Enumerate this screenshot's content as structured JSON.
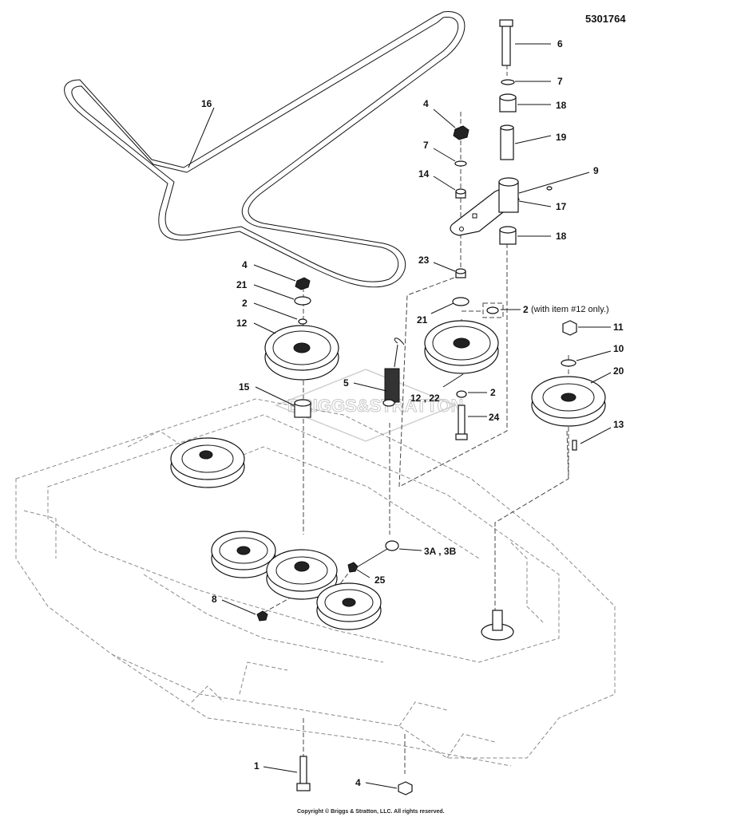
{
  "document_number": "5301764",
  "copyright": "Copyright © Briggs & Stratton, LLC. All rights reserved.",
  "watermark": "BRIGGS&STRATTON",
  "note_item2": "(with item #12 only.)",
  "callouts": {
    "c1": "1",
    "c2a": "2",
    "c2b": "2",
    "c2c": "2",
    "c3": "3A , 3B",
    "c4a": "4",
    "c4b": "4",
    "c4c": "4",
    "c5": "5",
    "c6": "6",
    "c7a": "7",
    "c7b": "7",
    "c8": "8",
    "c9": "9",
    "c10": "10",
    "c11": "11",
    "c12a": "12",
    "c12b": "12 , 22",
    "c13": "13",
    "c14": "14",
    "c15": "15",
    "c16": "16",
    "c17": "17",
    "c18a": "18",
    "c18b": "18",
    "c19": "19",
    "c20": "20",
    "c21a": "21",
    "c21b": "21",
    "c23": "23",
    "c24": "24",
    "c25": "25"
  }
}
